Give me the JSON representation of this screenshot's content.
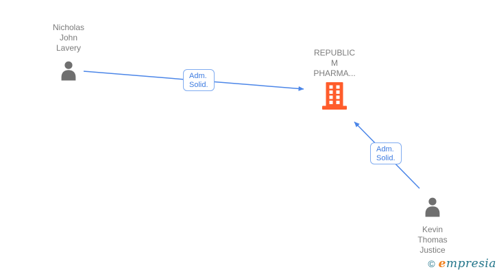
{
  "diagram_type": "corporate-relationship-graph",
  "nodes": [
    {
      "id": "person-nicholas",
      "type": "person",
      "lines": [
        "Nicholas",
        "John",
        "Lavery"
      ]
    },
    {
      "id": "company-republic",
      "type": "company",
      "lines": [
        "REPUBLIC",
        "M",
        "PHARMA..."
      ]
    },
    {
      "id": "person-kevin",
      "type": "person",
      "lines": [
        "Kevin",
        "Thomas",
        "Justice"
      ]
    }
  ],
  "edges": [
    {
      "from": "person-nicholas",
      "to": "company-republic",
      "label": [
        "Adm.",
        "Solid."
      ]
    },
    {
      "from": "person-kevin",
      "to": "company-republic",
      "label": [
        "Adm.",
        "Solid."
      ]
    }
  ],
  "footer": {
    "copyright": "©",
    "brand_initial": "e",
    "brand_rest": "mpresia"
  },
  "colors": {
    "edge_blue": "#4a85e8",
    "label_border": "#7fabf0",
    "label_text": "#3d7be0",
    "person_gray": "#6f6f6f",
    "name_text": "#7b7b7b",
    "company_orange": "#ff5c2b",
    "logo_teal": "#22758a",
    "logo_orange": "#f0811e"
  }
}
